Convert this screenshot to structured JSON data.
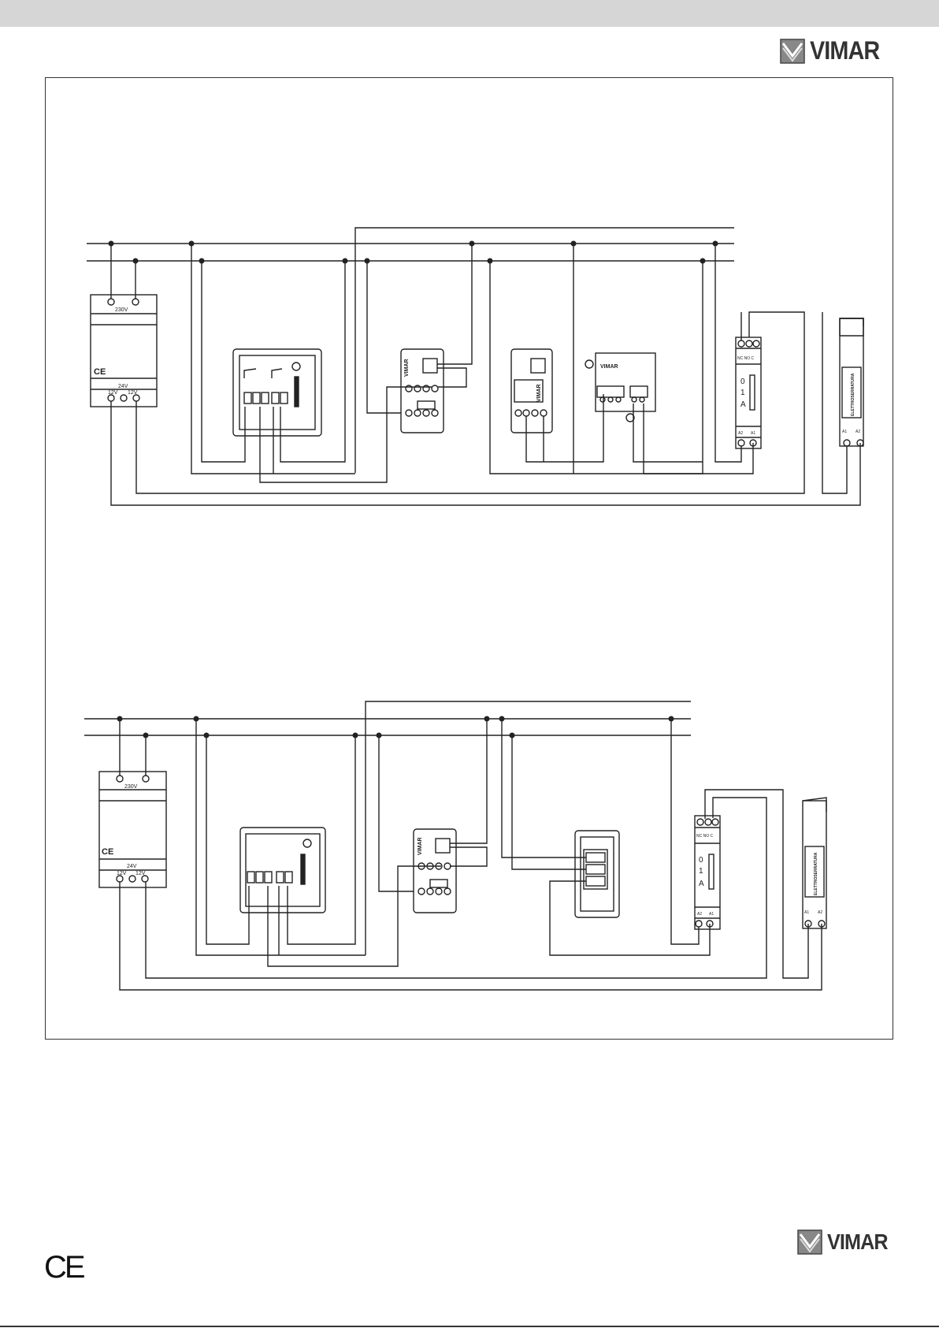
{
  "brand": {
    "name": "VIMAR"
  },
  "diagram_1": {
    "power_supply": {
      "input_label": "230V",
      "output_label": "24V",
      "tap_labels": [
        "12V",
        "12V"
      ],
      "ce": "CE"
    },
    "module_brand": "VIMAR",
    "relay_labels": {
      "contacts": "NC NO C",
      "positions": [
        "0",
        "1",
        "A"
      ],
      "coil": [
        "A2",
        "A1"
      ]
    },
    "lock": {
      "label": "ELETTROSERRATURA",
      "terminals": [
        "A1",
        "A2"
      ]
    }
  },
  "diagram_2": {
    "power_supply": {
      "input_label": "230V",
      "output_label": "24V",
      "tap_labels": [
        "12V",
        "12V"
      ],
      "ce": "CE"
    },
    "module_brand": "VIMAR",
    "relay_labels": {
      "contacts": "NC NO C",
      "positions": [
        "0",
        "1",
        "A"
      ],
      "coil": [
        "A2",
        "A1"
      ]
    },
    "lock": {
      "label": "ELETTROSERRATURA",
      "terminals": [
        "A1",
        "A2"
      ]
    }
  },
  "footer": {
    "ce_mark": "CE"
  },
  "icons": [
    "vimar-logo-icon",
    "ce-mark-icon"
  ]
}
